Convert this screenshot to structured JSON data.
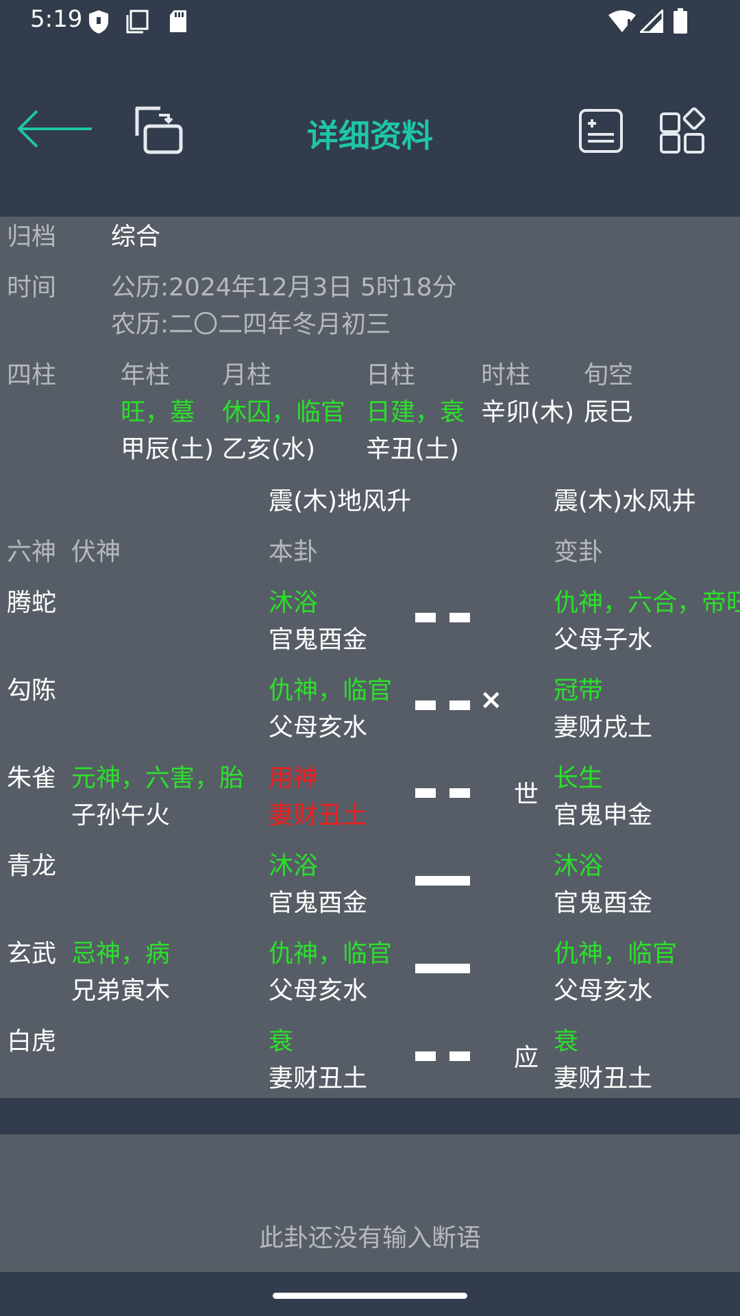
{
  "status_bar": {
    "time": "5:19"
  },
  "app_bar": {
    "title": "详细资料"
  },
  "info": {
    "archive_label": "归档",
    "archive_value": "综合",
    "time_label": "时间",
    "solar": "公历:2024年12月3日  5时18分",
    "lunar": "农历:二〇二四年冬月初三",
    "pillars_label": "四柱",
    "pillars": [
      {
        "label": "年柱",
        "state": "旺，墓",
        "gz": "甲辰(土)"
      },
      {
        "label": "月柱",
        "state": "休囚，临官",
        "gz": "乙亥(水)"
      },
      {
        "label": "日柱",
        "state": "日建，衰",
        "gz": "辛丑(土)"
      },
      {
        "label": "时柱",
        "state": "辛卯(木)",
        "gz": ""
      },
      {
        "label": "旬空",
        "state": "辰巳",
        "gz": ""
      }
    ]
  },
  "gua": {
    "main_name": "震(木)地风升",
    "changed_name": "震(木)水风井",
    "headers": {
      "liushen": "六神",
      "fushen": "伏神",
      "bengua": "本卦",
      "biangua": "变卦"
    },
    "lines": [
      {
        "liushen": "腾蛇",
        "fu_state": "",
        "fu_name": "",
        "main_state": "沐浴",
        "main_name": "官鬼酉金",
        "main_red": false,
        "yao": "yin",
        "moving": "",
        "marker": "",
        "ch_state": "仇神，六合，帝旺",
        "ch_name": "父母子水"
      },
      {
        "liushen": "勾陈",
        "fu_state": "",
        "fu_name": "",
        "main_state": "仇神，临官",
        "main_name": "父母亥水",
        "main_red": false,
        "yao": "yin",
        "moving": "×",
        "marker": "",
        "ch_state": "冠带",
        "ch_name": "妻财戌土"
      },
      {
        "liushen": "朱雀",
        "fu_state": "元神，六害，胎",
        "fu_name": "子孙午火",
        "main_state": "用神",
        "main_name": "妻财丑土",
        "main_red": true,
        "yao": "yin",
        "moving": "",
        "marker": "世",
        "ch_state": "长生",
        "ch_name": "官鬼申金"
      },
      {
        "liushen": "青龙",
        "fu_state": "",
        "fu_name": "",
        "main_state": "沐浴",
        "main_name": "官鬼酉金",
        "main_red": false,
        "yao": "yang",
        "moving": "",
        "marker": "",
        "ch_state": "沐浴",
        "ch_name": "官鬼酉金"
      },
      {
        "liushen": "玄武",
        "fu_state": "忌神，病",
        "fu_name": "兄弟寅木",
        "main_state": "仇神，临官",
        "main_name": "父母亥水",
        "main_red": false,
        "yao": "yang",
        "moving": "",
        "marker": "",
        "ch_state": "仇神，临官",
        "ch_name": "父母亥水"
      },
      {
        "liushen": "白虎",
        "fu_state": "",
        "fu_name": "",
        "main_state": "衰",
        "main_name": "妻财丑土",
        "main_red": false,
        "yao": "yin",
        "moving": "",
        "marker": "应",
        "ch_state": "衰",
        "ch_name": "妻财丑土"
      }
    ]
  },
  "notes": {
    "empty_text": "此卦还没有输入断语"
  },
  "colors": {
    "accent": "#1fc6a6",
    "green": "#2ae02a",
    "red": "#f01e1e",
    "panel": "#575d66",
    "bar": "#323c4c"
  }
}
